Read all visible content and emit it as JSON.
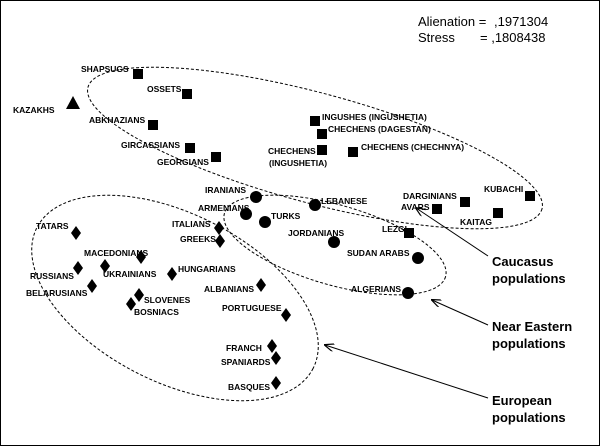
{
  "stats": {
    "alienation_label": "Alienation =",
    "alienation_value": ",1971304",
    "stress_label": "Stress",
    "stress_value": "= ,1808438"
  },
  "groups": [
    {
      "id": "caucasus",
      "line1": "Caucasus",
      "line2": "populations"
    },
    {
      "id": "near-eastern",
      "line1": "Near Eastern",
      "line2": "populations"
    },
    {
      "id": "european",
      "line1": "European",
      "line2": "populations"
    }
  ],
  "populations": [
    {
      "label": "KAZAKHS",
      "marker": "triangle"
    },
    {
      "label": "SHAPSUGS",
      "marker": "square"
    },
    {
      "label": "OSSETS",
      "marker": "square"
    },
    {
      "label": "ABKHAZIANS",
      "marker": "square"
    },
    {
      "label": "GIRCASSIANS",
      "marker": "square"
    },
    {
      "label": "GEORGIANS",
      "marker": "square"
    },
    {
      "label": "INGUSHES (INGUSHETIA)",
      "marker": "square"
    },
    {
      "label": "CHECHENS (DAGESTAN)",
      "marker": "square"
    },
    {
      "label": "CHECHENS",
      "marker": "square"
    },
    {
      "label": "(INGUSHETIA)",
      "marker": "none"
    },
    {
      "label": "CHECHENS (CHECHNYA)",
      "marker": "square"
    },
    {
      "label": "DARGINIANS",
      "marker": "square"
    },
    {
      "label": "KUBACHI",
      "marker": "square"
    },
    {
      "label": "AVARS",
      "marker": "square"
    },
    {
      "label": "KAITAG",
      "marker": "square"
    },
    {
      "label": "LEZGI",
      "marker": "square"
    },
    {
      "label": "IRANIANS",
      "marker": "circle"
    },
    {
      "label": "ARMENIANS",
      "marker": "circle"
    },
    {
      "label": "TURKS",
      "marker": "circle"
    },
    {
      "label": "LEBANESE",
      "marker": "circle"
    },
    {
      "label": "JORDANIANS",
      "marker": "circle"
    },
    {
      "label": "SUDAN ARABS",
      "marker": "circle"
    },
    {
      "label": "ALGERIANS",
      "marker": "circle"
    },
    {
      "label": "TATARS",
      "marker": "diamond"
    },
    {
      "label": "ITALIANS",
      "marker": "diamond"
    },
    {
      "label": "GREEKS",
      "marker": "diamond"
    },
    {
      "label": "MACEDONIANS",
      "marker": "diamond"
    },
    {
      "label": "UKRAINIANS",
      "marker": "diamond"
    },
    {
      "label": "HUNGARIANS",
      "marker": "diamond"
    },
    {
      "label": "RUSSIANS",
      "marker": "diamond"
    },
    {
      "label": "BELARUSIANS",
      "marker": "diamond"
    },
    {
      "label": "SLOVENES",
      "marker": "diamond"
    },
    {
      "label": "BOSNIACS",
      "marker": "diamond"
    },
    {
      "label": "ALBANIANS",
      "marker": "diamond"
    },
    {
      "label": "PORTUGUESE",
      "marker": "diamond"
    },
    {
      "label": "FRANCH",
      "marker": "diamond"
    },
    {
      "label": "SPANIARDS",
      "marker": "diamond"
    },
    {
      "label": "BASQUES",
      "marker": "diamond"
    }
  ]
}
